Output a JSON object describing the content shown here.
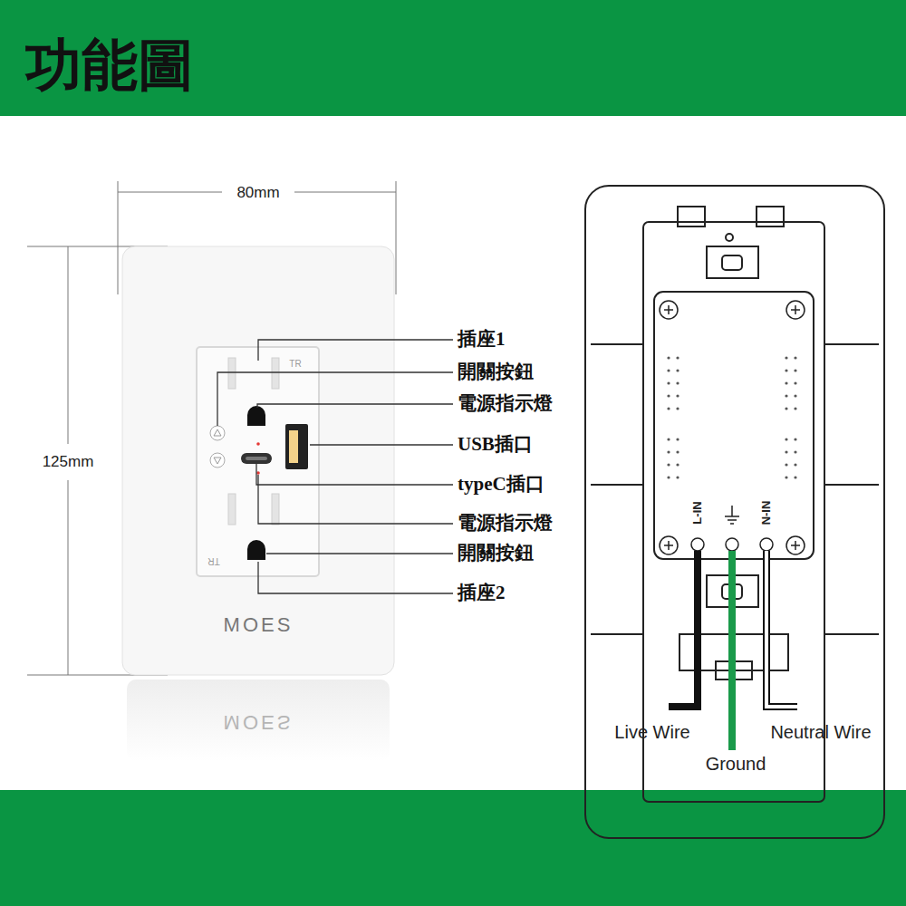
{
  "diagram": {
    "title": "功能圖",
    "labels": [
      "80mm",
      "125mm",
      "TR",
      "TR",
      "MOES",
      "MOES",
      "插座1",
      "開關按鈕",
      "電源指示燈",
      "USB插口",
      "typeC插口",
      "電源指示燈",
      "開關按鈕",
      "插座2",
      "L-IN",
      "N-IN",
      "Live Wire",
      "Ground",
      "Neutral Wire"
    ]
  }
}
